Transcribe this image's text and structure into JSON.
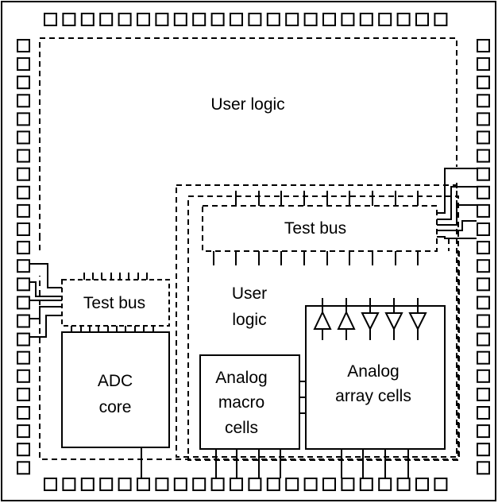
{
  "diagram": {
    "labels": {
      "user_logic_top": "User logic",
      "test_bus_right": "Test bus",
      "test_bus_left": "Test bus",
      "user_logic_inner_line1": "User",
      "user_logic_inner_line2": "logic",
      "adc_line1": "ADC",
      "adc_line2": "core",
      "analog_macro_line1": "Analog",
      "analog_macro_line2": "macro",
      "analog_macro_line3": "cells",
      "analog_array_line1": "Analog",
      "analog_array_line2": "array cells"
    },
    "colors": {
      "stroke": "#000000",
      "background": "#ffffff"
    },
    "icons": {
      "amplifier_up": "triangle-up-icon",
      "amplifier_down": "triangle-down-icon",
      "io_pad": "square-pad-icon"
    }
  }
}
